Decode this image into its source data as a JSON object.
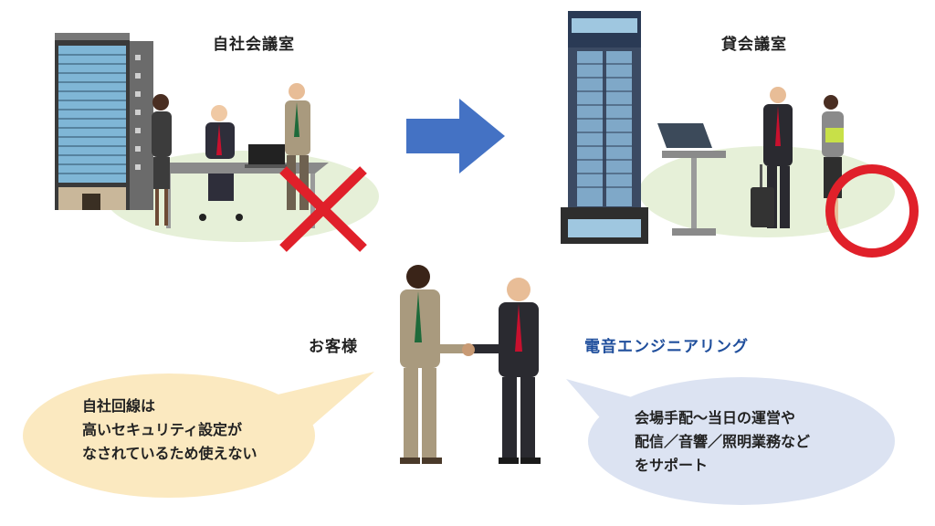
{
  "scene": {
    "own_room_label": "自社会議室",
    "rental_room_label": "貸会議室",
    "customer_label": "お客様",
    "company_label": "電音エンジニアリング",
    "customer_bubble": "自社回線は\n高いセキュリティ設定が\nなされているため使えない",
    "company_bubble": "会場手配～当日の運営や\n配信／音響／照明業務など\nをサポート"
  },
  "colors": {
    "arrow": "#4472c4",
    "cross": "#e0202a",
    "circle": "#e0202a",
    "company_label": "#1f4e9c",
    "customer_bubble_fill": "#fbe9c0",
    "company_bubble_fill": "#dce3f2",
    "ground": "#e6f0d8"
  },
  "icons": {
    "cross": "cross-mark-icon",
    "circle": "circle-mark-icon",
    "arrow": "right-arrow-icon"
  }
}
